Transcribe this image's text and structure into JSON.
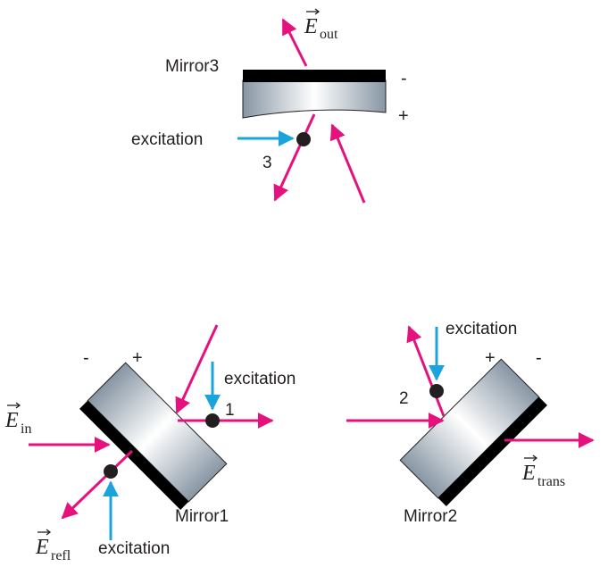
{
  "colors": {
    "beam": "#e5127d",
    "excitation": "#1ba4dc",
    "dot": "#231f20",
    "coating": "#000000",
    "glass_light": "#ffffff",
    "glass_dark": "#8796a4"
  },
  "mirror3": {
    "label": "Mirror3",
    "sign_top": "-",
    "sign_bottom": "+",
    "excitation_label": "excitation",
    "point_number": "3",
    "field_out": {
      "symbol": "E",
      "subscript": "out"
    }
  },
  "mirror1": {
    "label": "Mirror1",
    "sign_left": "-",
    "sign_right": "+",
    "excitation_top_label": "excitation",
    "excitation_bottom_label": "excitation",
    "point_number": "1",
    "field_in": {
      "symbol": "E",
      "subscript": "in"
    },
    "field_refl": {
      "symbol": "E",
      "subscript": "refl"
    }
  },
  "mirror2": {
    "label": "Mirror2",
    "sign_left": "+",
    "sign_right": "-",
    "excitation_label": "excitation",
    "point_number": "2",
    "field_trans": {
      "symbol": "E",
      "subscript": "trans"
    }
  }
}
